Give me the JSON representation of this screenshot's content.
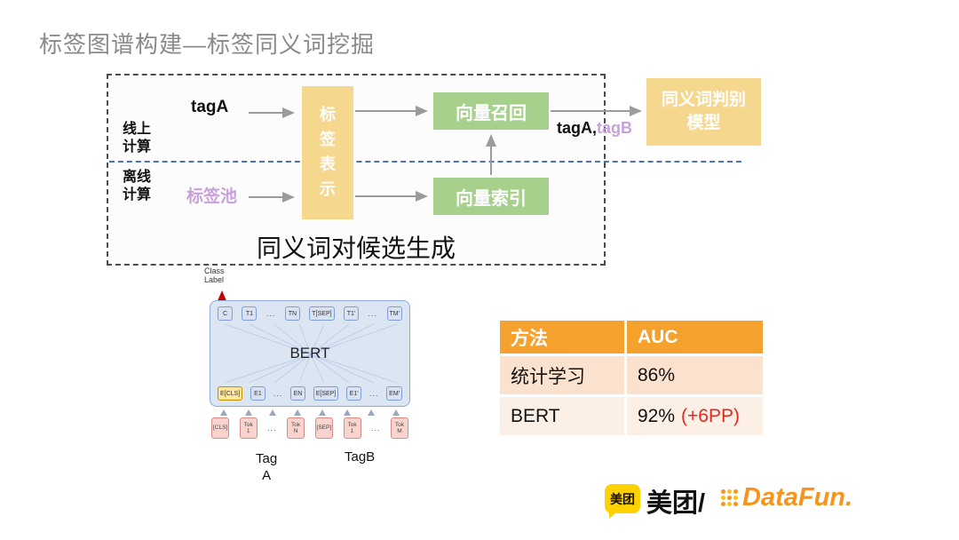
{
  "colors": {
    "accent_yellow": "#F5D78E",
    "accent_green": "#A8D08D",
    "purple": "#C9A0DC",
    "divider_blue": "#4472C4",
    "table_header_orange": "#F4A12E",
    "delta_red": "#E02A20",
    "meituan_yellow": "#FFD100",
    "datafun_orange": "#F7941D"
  },
  "title": "标签图谱构建—标签同义词挖掘",
  "flow": {
    "online_label": "线上\n计算",
    "offline_label": "离线\n计算",
    "taga": "tagA",
    "tag_pool": "标签池",
    "tag_repr": "标\n签\n表\n示",
    "vector_recall": "向量召回",
    "vector_index": "向量索引",
    "result_prefix": "tagA,",
    "result_suffix": "tagB",
    "synonym_model": "同义词判别\n模型",
    "caption": "同义词对候选生成"
  },
  "bert": {
    "class_label": "Class\nLabel",
    "name": "BERT",
    "top_tokens": [
      "C",
      "T1",
      "...",
      "TN",
      "T[SEP]",
      "T1'",
      "...",
      "TM'"
    ],
    "emb_tokens": [
      "E[CLS]",
      "E1",
      "...",
      "EN",
      "E[SEP]",
      "E1'",
      "...",
      "EM'"
    ],
    "input_tokens": [
      "[CLS]",
      "Tok\n1",
      "...",
      "Tok\nN",
      "[SEP]",
      "Tok\n1",
      "...",
      "Tok\nM"
    ],
    "tag_a": "Tag\nA",
    "tag_b": "TagB"
  },
  "table": {
    "headers": [
      "方法",
      "AUC"
    ],
    "rows": [
      {
        "method": "统计学习",
        "auc": "86%",
        "delta": ""
      },
      {
        "method": "BERT",
        "auc": "92%",
        "delta": "(+6PP)"
      }
    ]
  },
  "footer": {
    "meituan_badge": "美团",
    "meituan_text": "美团/",
    "datafun_text": "DataFun."
  }
}
